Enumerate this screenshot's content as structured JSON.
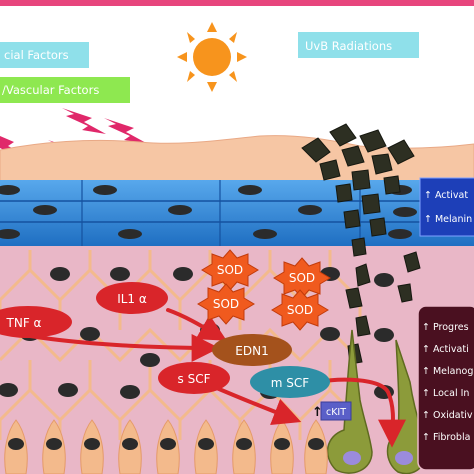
{
  "labels": {
    "facial_factors": "cial Factors",
    "vascular_factors": "/Vascular Factors",
    "uvb": "UvB Radiations",
    "sod1": "SOD",
    "sod2": "SOD",
    "sod3": "SOD",
    "sod4": "SOD",
    "tnf": "TNF α",
    "il1": "IL1 α",
    "edn1": "EDN1",
    "mscf": "m SCF",
    "sscf": "s SCF",
    "ckit": "cKIT",
    "up_arrow_ckit": "↑"
  },
  "panel_top": {
    "items": [
      "↑ Activat",
      "↑ Melanin"
    ]
  },
  "panel_right": {
    "items": [
      "↑ Progres",
      "↑ Activati",
      "↑ Melanog",
      "↑ Local In",
      "↑ Oxidativ",
      "↑ Fibrobla"
    ]
  },
  "colors": {
    "skin_surface": "#f6c6a4",
    "epidermis_blue": "#2f86d4",
    "dermis_pink": "#e9b7c7",
    "mesh_orange": "#f3ba8c",
    "nucleus": "#2b2b2b",
    "sod_star": "#f05a1e",
    "oval_red": "#d9252a",
    "oval_brown": "#a4521c",
    "mscf_teal": "#2e8fa6",
    "panel_dark": "#4a1020",
    "panel_blue": "#1d3fb8",
    "melanocyte_olive": "#8c9b3a",
    "cue_cyan": "#8fe0ea",
    "cue_green": "#8ee850",
    "bolt_pink": "#e0286a",
    "sun": "#f7941d"
  },
  "icons": [
    "sun-icon",
    "lightning-icon",
    "melanin-cluster-icon",
    "arrow-icon"
  ]
}
